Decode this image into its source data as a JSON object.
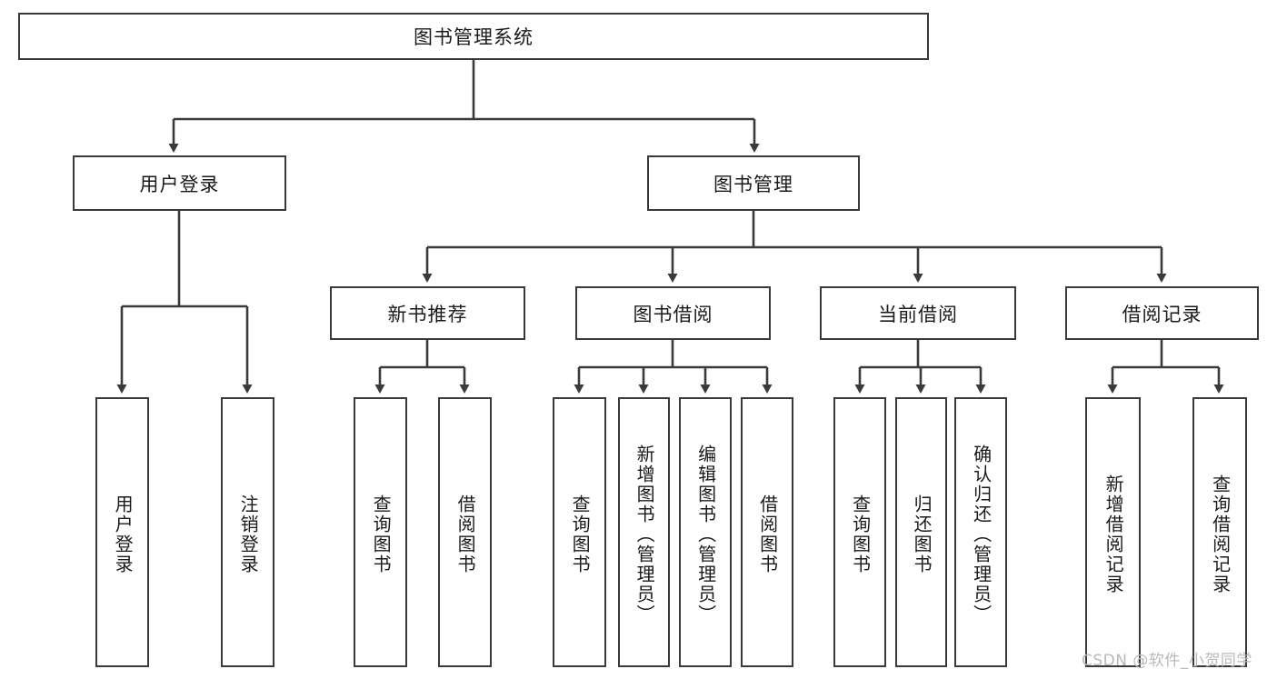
{
  "diagram": {
    "title": "图书管理系统",
    "watermark": "CSDN @软件_小贺同学",
    "stroke_color": "#3a3a3a",
    "text_color": "#1a1a1a",
    "background_color": "#ffffff",
    "nodes": {
      "root": "图书管理系统",
      "level1": {
        "user_login": "用户登录",
        "book_management": "图书管理"
      },
      "level2": {
        "user_login_children": [
          "用户登录",
          "注销登录"
        ],
        "book_management_children": [
          "新书推荐",
          "图书借阅",
          "当前借阅",
          "借阅记录"
        ]
      },
      "level3": {
        "new_book_recommend_children": [
          "查询图书",
          "借阅图书"
        ],
        "book_borrow_children": [
          "查询图书",
          "新增图书（管理员）",
          "编辑图书（管理员）",
          "借阅图书"
        ],
        "current_borrow_children": [
          "查询图书",
          "归还图书",
          "确认归还（管理员）"
        ],
        "borrow_record_children": [
          "新增借阅记录",
          "查询借阅记录"
        ]
      }
    }
  }
}
